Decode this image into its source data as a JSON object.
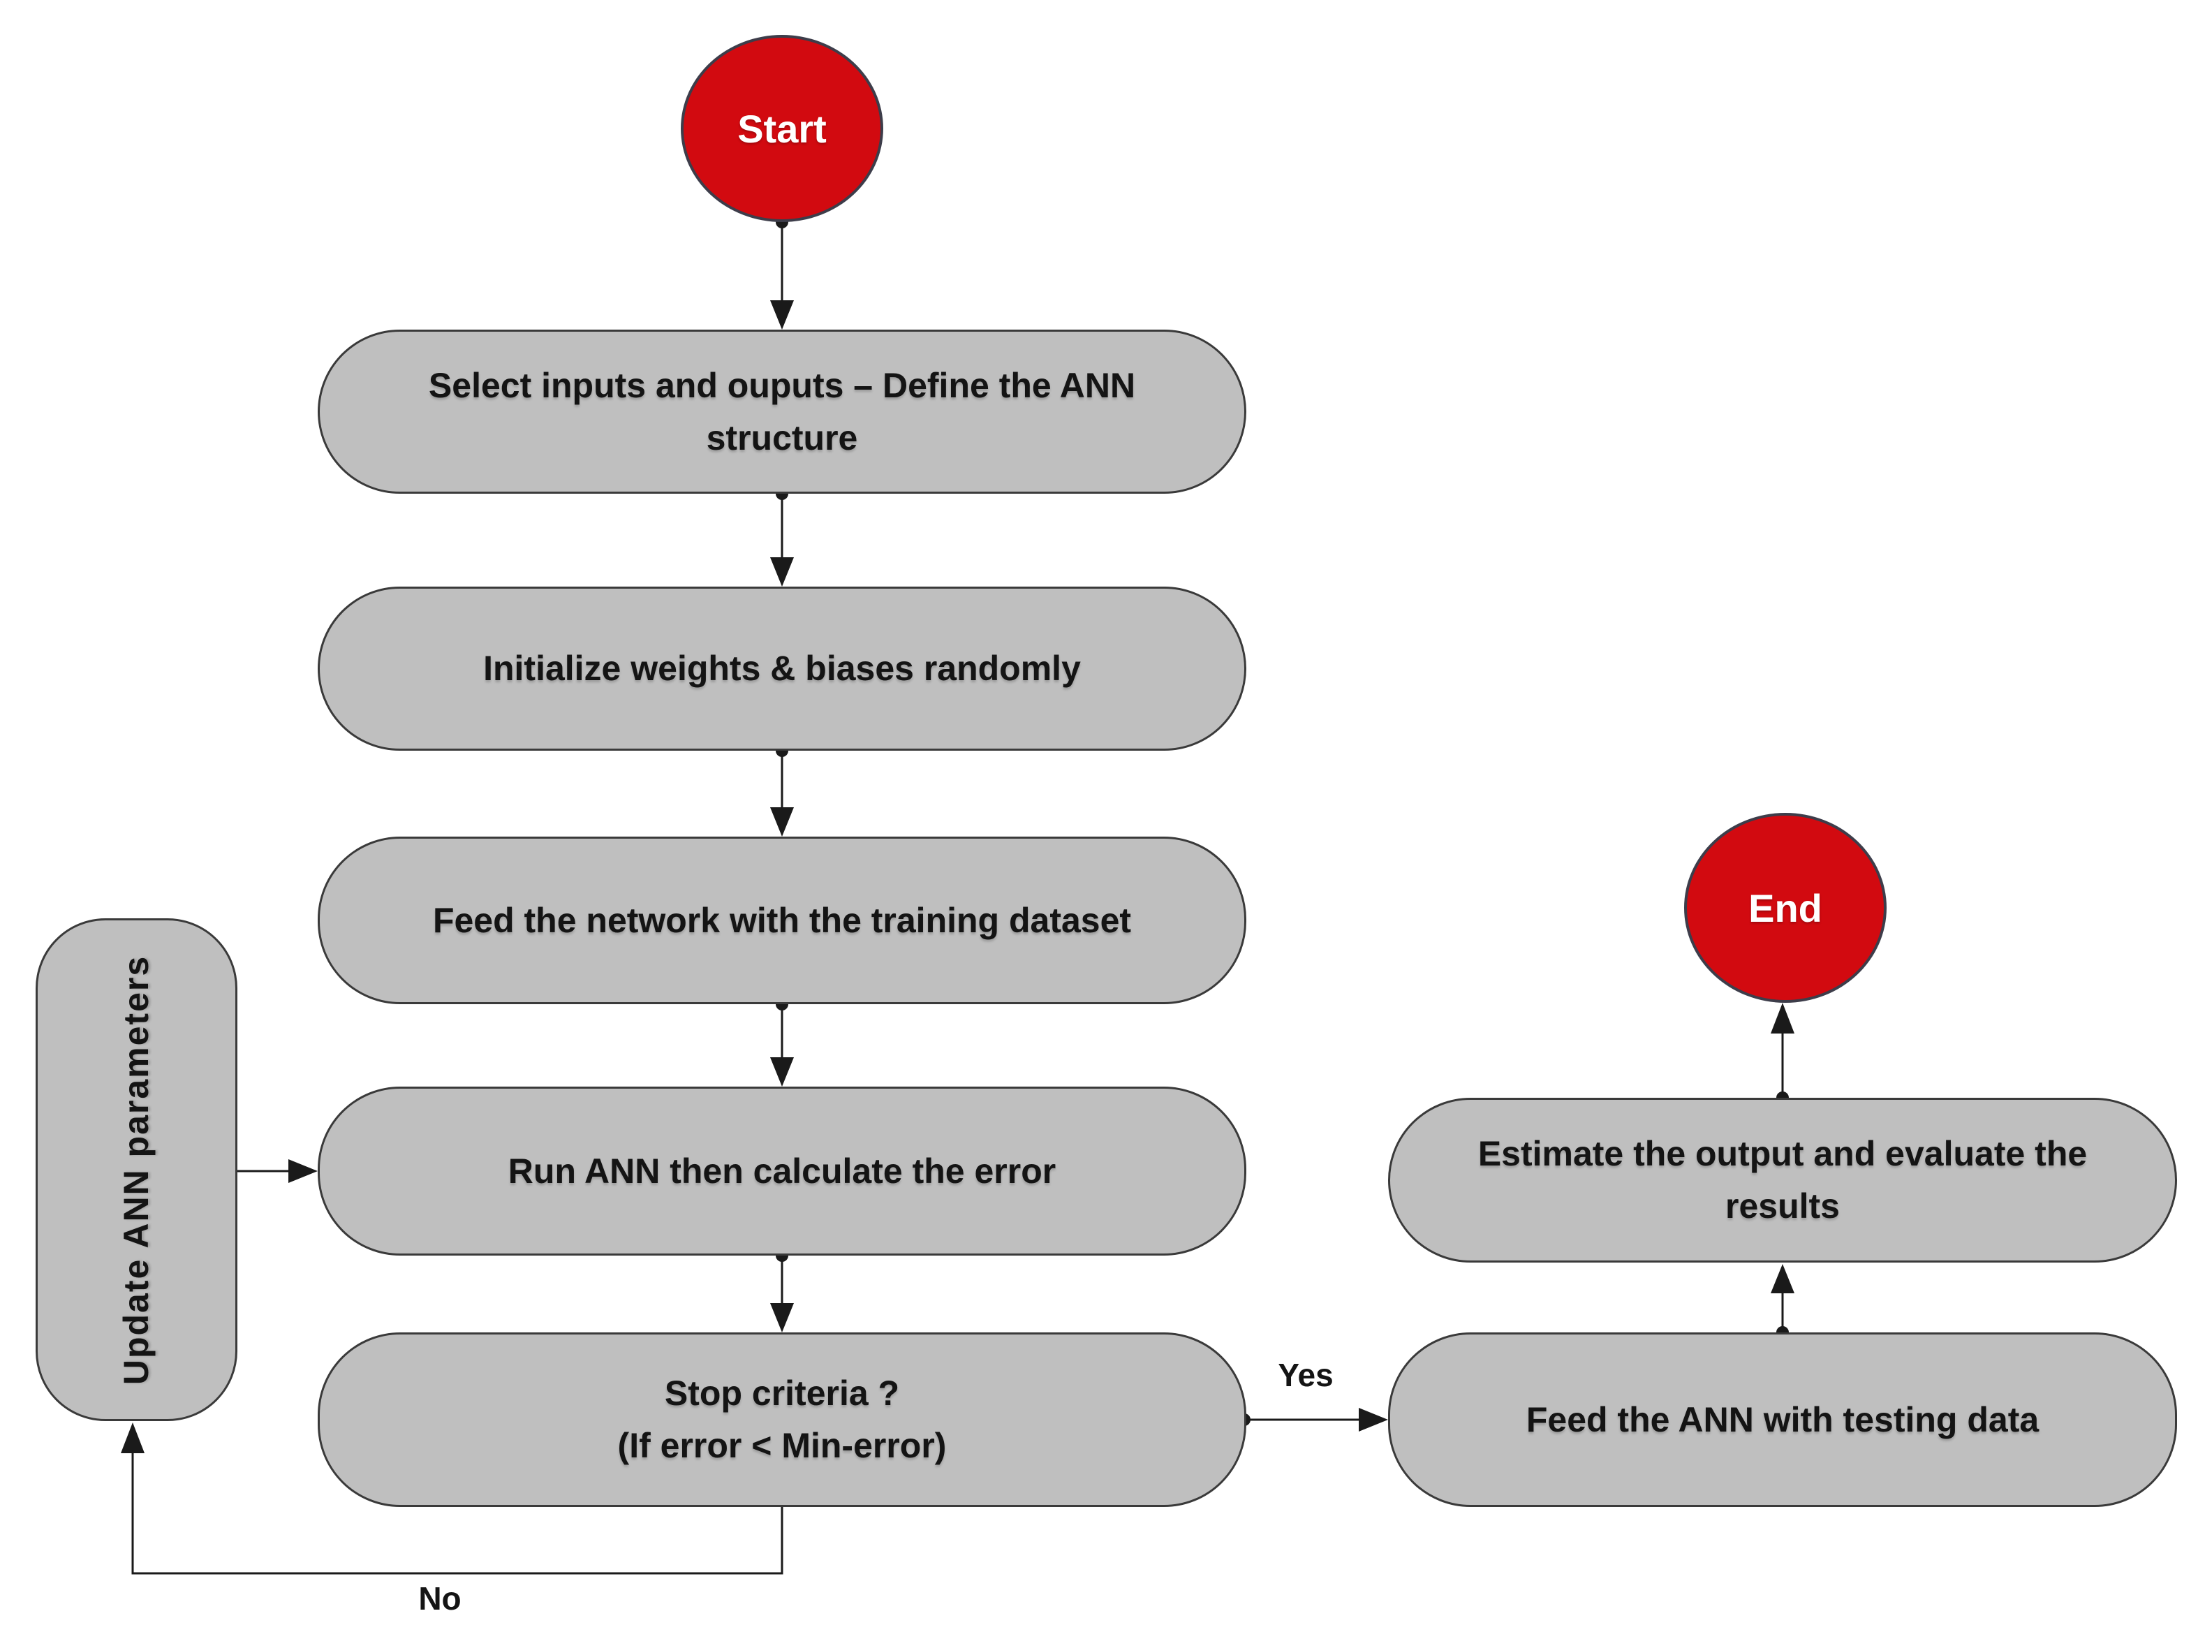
{
  "flowchart": {
    "terminals": {
      "start": "Start",
      "end": "End"
    },
    "processes": {
      "select_inputs": "Select inputs and ouputs – Define the ANN structure",
      "initialize_weights": "Initialize weights & biases randomly",
      "feed_training": "Feed the network with the training dataset",
      "run_ann": "Run ANN then calculate the error",
      "stop_criteria": {
        "line1": "Stop criteria ?",
        "line2": "(If error < Min-error)"
      },
      "update_parameters": "Update ANN parameters",
      "feed_testing": "Feed the ANN with testing data",
      "estimate_output": "Estimate the output and evaluate the results"
    },
    "edge_labels": {
      "yes": "Yes",
      "no": "No"
    },
    "colors": {
      "terminal_fill": "#d20a10",
      "terminal_text": "#ffffff",
      "process_fill": "#bfbfbf",
      "process_border": "#3a3a3a",
      "connector": "#1a1a1a",
      "text": "#141414",
      "background": "#ffffff"
    }
  }
}
